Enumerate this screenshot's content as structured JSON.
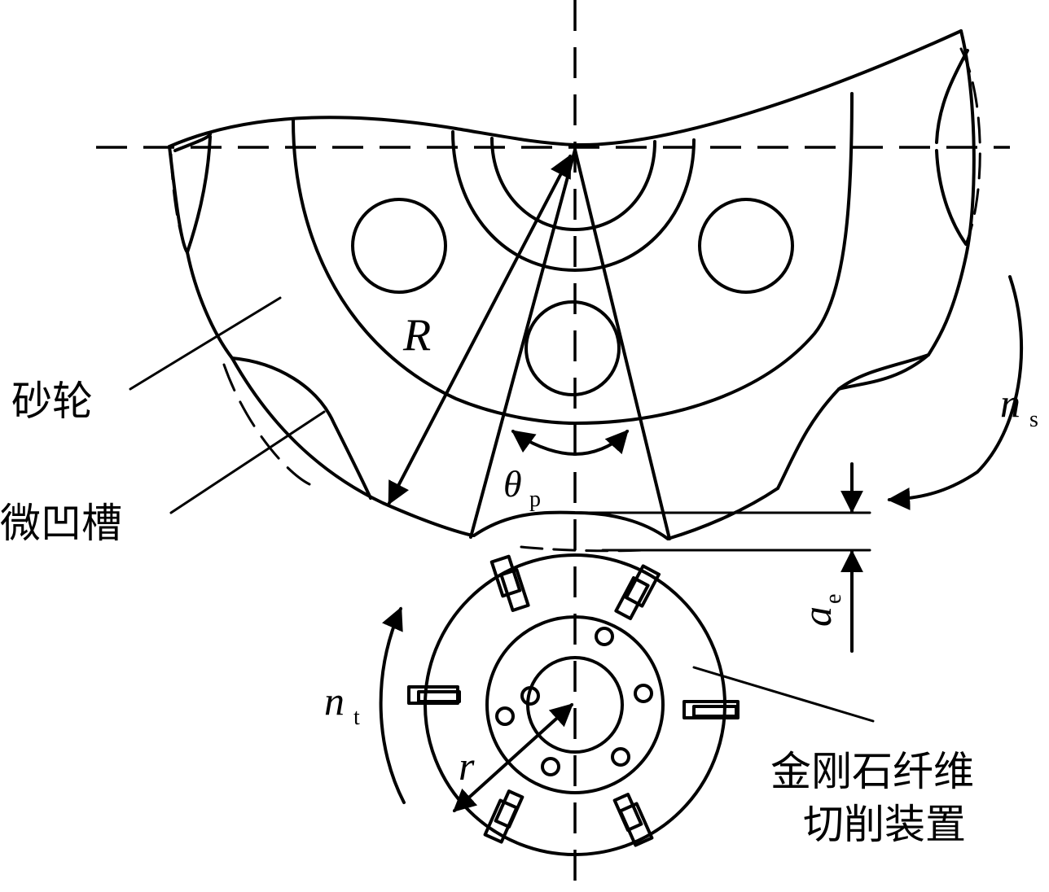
{
  "labels": {
    "grinding_wheel": "砂轮",
    "micro_groove": "微凹槽",
    "cutting_device_line1": "金刚石纤维",
    "cutting_device_line2": "切削装置"
  },
  "symbols": {
    "R": "R",
    "r": "r",
    "theta": "θ",
    "theta_sub": "p",
    "ns": "n",
    "ns_sub": "s",
    "nt": "n",
    "nt_sub": "t",
    "ae": "a",
    "ae_sub": "e"
  }
}
